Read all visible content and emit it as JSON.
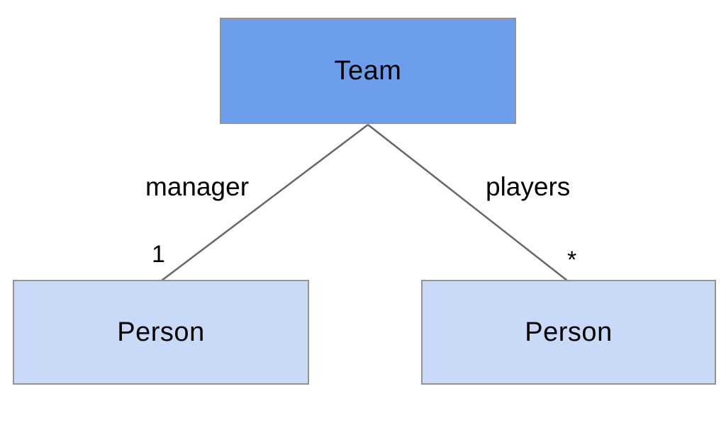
{
  "diagram": {
    "type": "uml-association-diagram",
    "nodes": {
      "team": {
        "label": "Team"
      },
      "person_left": {
        "label": "Person"
      },
      "person_right": {
        "label": "Person"
      }
    },
    "edges": {
      "manager": {
        "label": "manager",
        "multiplicity": "1",
        "from": "team",
        "to": "person_left"
      },
      "players": {
        "label": "players",
        "multiplicity": "*",
        "from": "team",
        "to": "person_right"
      }
    },
    "colors": {
      "team_fill": "#6d9eeb",
      "person_fill": "#c9daf8",
      "node_border": "#949494",
      "line_color": "#666666",
      "text_color": "#000000"
    }
  }
}
